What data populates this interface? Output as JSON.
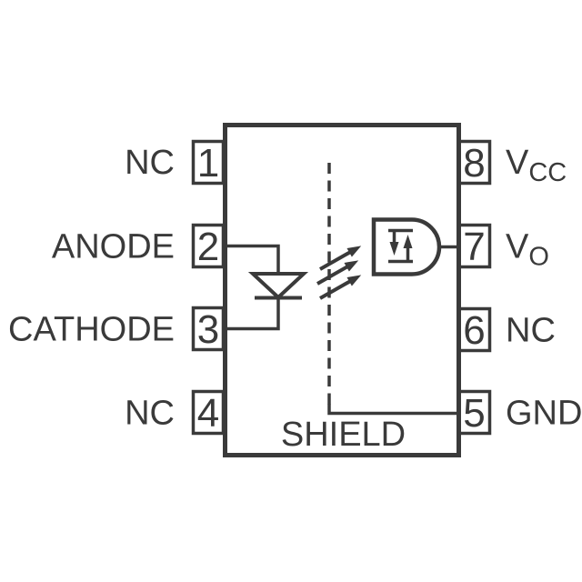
{
  "diagram": {
    "type": "ic-pinout-schematic",
    "description_visible_text_only": true,
    "colors": {
      "ink": "#3a3a3a",
      "background": "#ffffff"
    },
    "package": {
      "pin_count_shown": 8,
      "internal_label": "SHIELD"
    },
    "pins": {
      "left": [
        {
          "number": "1",
          "label": "NC"
        },
        {
          "number": "2",
          "label": "ANODE"
        },
        {
          "number": "3",
          "label": "CATHODE"
        },
        {
          "number": "4",
          "label": "NC"
        }
      ],
      "right": [
        {
          "number": "8",
          "label": "V",
          "sub": "CC"
        },
        {
          "number": "7",
          "label": "V",
          "sub": "O"
        },
        {
          "number": "6",
          "label": "NC",
          "sub": ""
        },
        {
          "number": "5",
          "label": "GND",
          "sub": ""
        }
      ]
    },
    "symbols": [
      "led-emitter-diode",
      "light-emission-arrows",
      "internal-shield-dashed-line",
      "photodetector-gate"
    ]
  }
}
